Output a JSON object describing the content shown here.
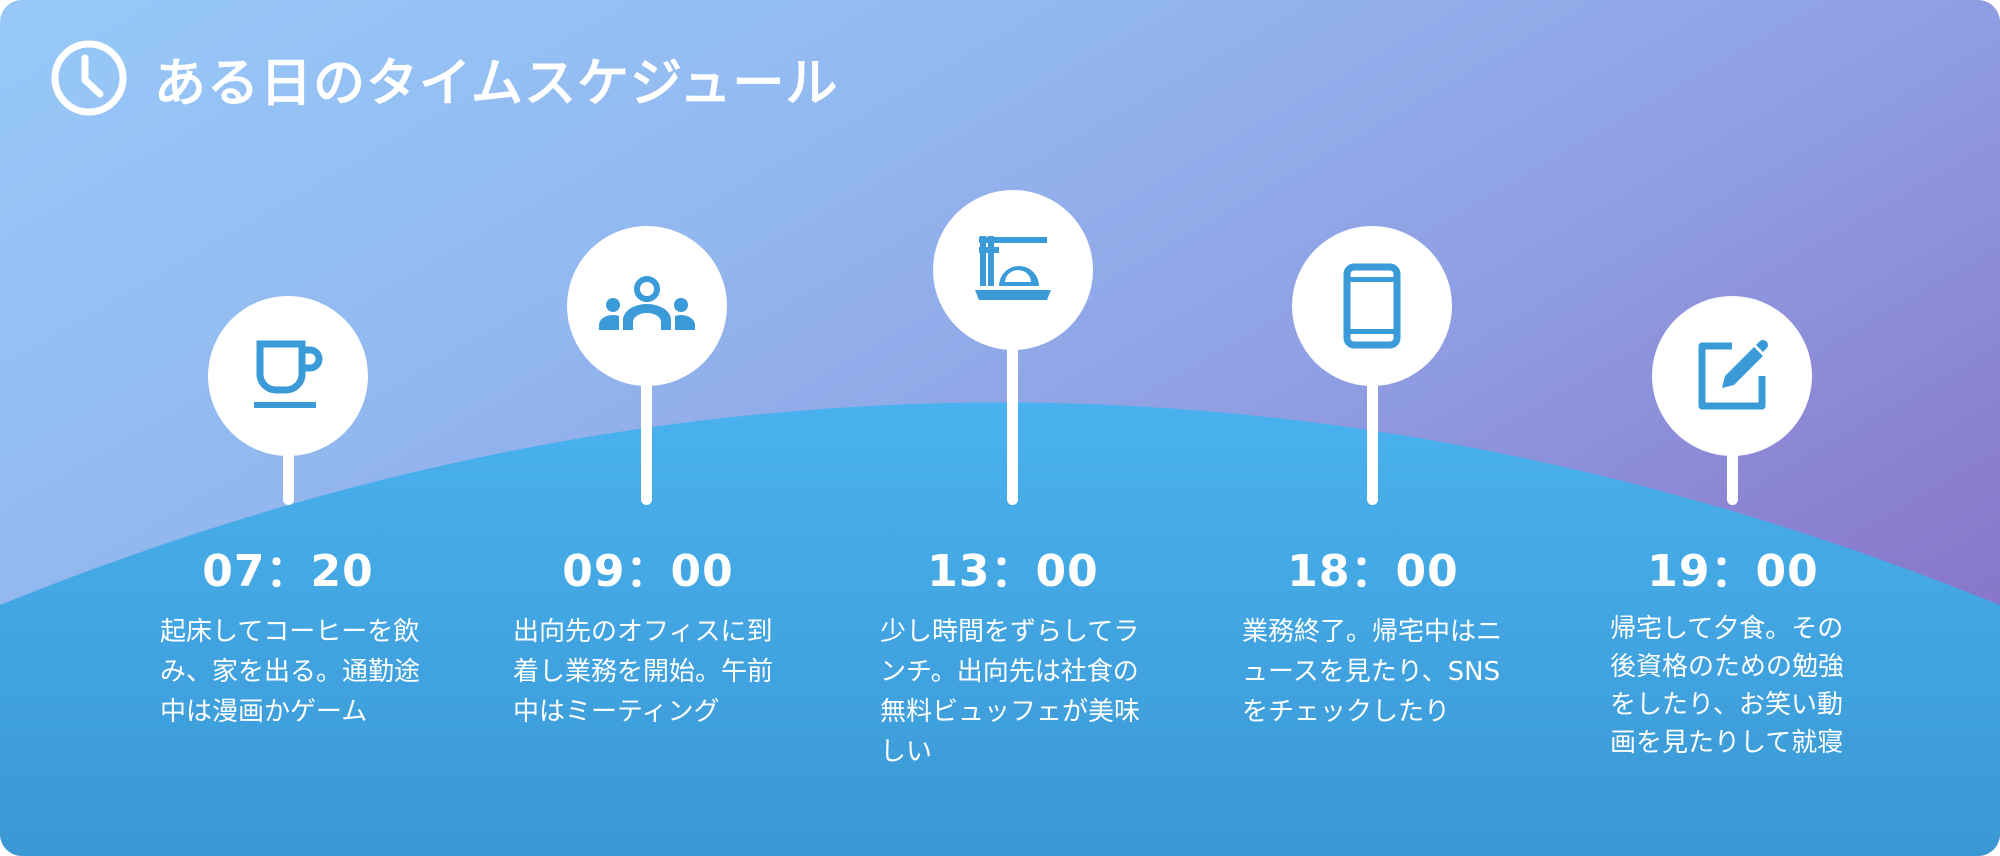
{
  "header": {
    "title": "ある日のタイムスケジュール",
    "icon": "clock-icon"
  },
  "colors": {
    "icon": "#3a9bd8",
    "hill": "#48aee9",
    "background_start": "#97c9f8",
    "background_end": "#8369c1"
  },
  "events": [
    {
      "time": "07：20",
      "icon": "coffee-cup-icon",
      "description": "起床してコーヒーを飲み、家を出る。通勤途中は漫画かゲーム"
    },
    {
      "time": "09：00",
      "icon": "people-group-icon",
      "description": "出向先のオフィスに到着し業務を開始。午前中はミーティング"
    },
    {
      "time": "13：00",
      "icon": "noodle-bowl-icon",
      "description": "少し時間をずらしてランチ。出向先は社食の無料ビュッフェが美味しい"
    },
    {
      "time": "18：00",
      "icon": "smartphone-icon",
      "description": "業務終了。帰宅中はニュースを見たり、SNSをチェックしたり"
    },
    {
      "time": "19：00",
      "icon": "edit-note-icon",
      "description": "帰宅して夕食。その後資格のための勉強をしたり、お笑い動画を見たりして就寝"
    }
  ]
}
